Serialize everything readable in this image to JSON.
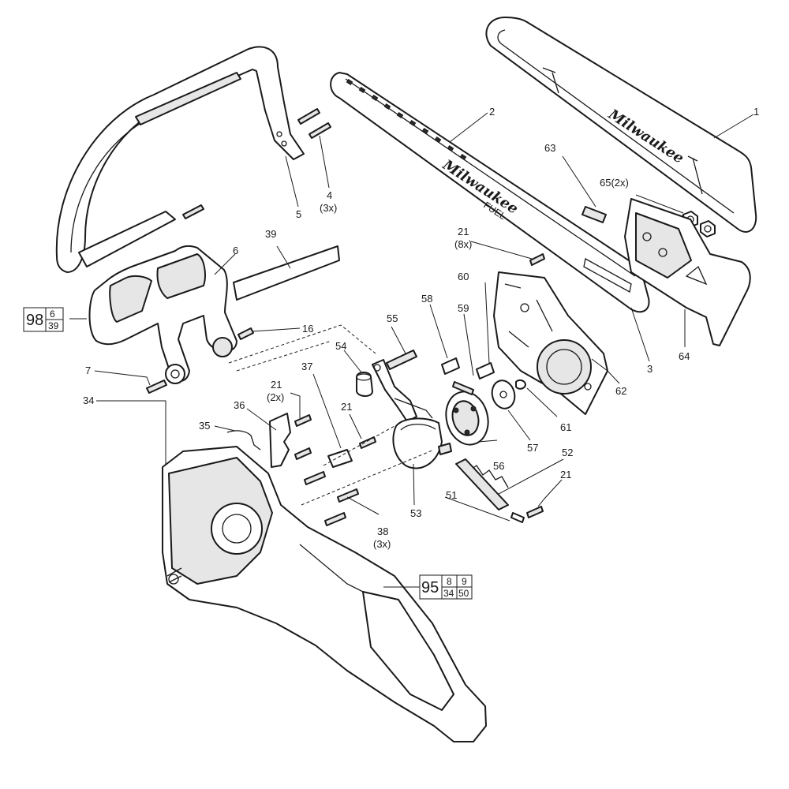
{
  "labels": {
    "p1": "1",
    "p2": "2",
    "p3": "3",
    "p4": "4",
    "p4q": "(3x)",
    "p5": "5",
    "p6": "6",
    "p7": "7",
    "p16": "16",
    "p21a": "21",
    "p21aq": "(8x)",
    "p21b": "21",
    "p21bq": "(2x)",
    "p21c": "21",
    "p21d": "21",
    "p34": "34",
    "p35": "35",
    "p36": "36",
    "p37": "37",
    "p38": "38",
    "p38q": "(3x)",
    "p39": "39",
    "p51": "51",
    "p52": "52",
    "p53": "53",
    "p54": "54",
    "p55": "55",
    "p56": "56",
    "p57": "57",
    "p58": "58",
    "p59": "59",
    "p60": "60",
    "p61": "61",
    "p62": "62",
    "p63": "63",
    "p64": "64",
    "p65": "65(2x)"
  },
  "kits": {
    "k98": {
      "main": "98",
      "top": "6",
      "bottom": "39"
    },
    "k95": {
      "main": "95",
      "top_a": "8",
      "top_b": "9",
      "bottom_a": "34",
      "bottom_b": "50"
    }
  },
  "brand_text": "Milwaukee",
  "bar_text": "FUEL"
}
